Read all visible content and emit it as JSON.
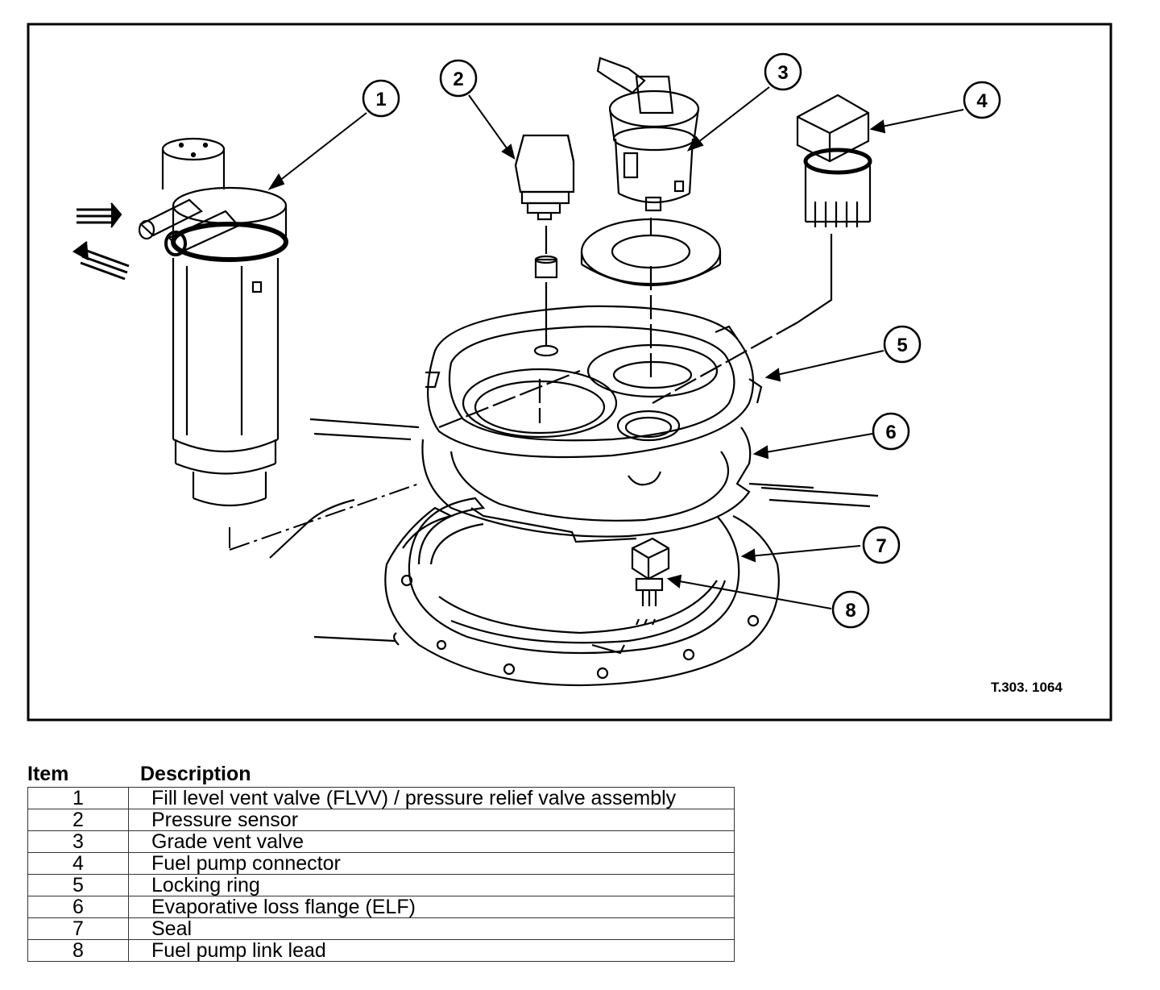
{
  "figure": {
    "reference": "T.303. 1064",
    "callouts": [
      "1",
      "2",
      "3",
      "4",
      "5",
      "6",
      "7",
      "8"
    ]
  },
  "legend": {
    "headers": {
      "item": "Item",
      "description": "Description"
    },
    "rows": [
      {
        "item": "1",
        "description": "Fill level vent valve (FLVV) / pressure relief valve assembly"
      },
      {
        "item": "2",
        "description": "Pressure sensor"
      },
      {
        "item": "3",
        "description": "Grade vent valve"
      },
      {
        "item": "4",
        "description": "Fuel pump connector"
      },
      {
        "item": "5",
        "description": "Locking ring"
      },
      {
        "item": "6",
        "description": "Evaporative loss flange (ELF)"
      },
      {
        "item": "7",
        "description": "Seal"
      },
      {
        "item": "8",
        "description": "Fuel pump link lead"
      }
    ]
  }
}
